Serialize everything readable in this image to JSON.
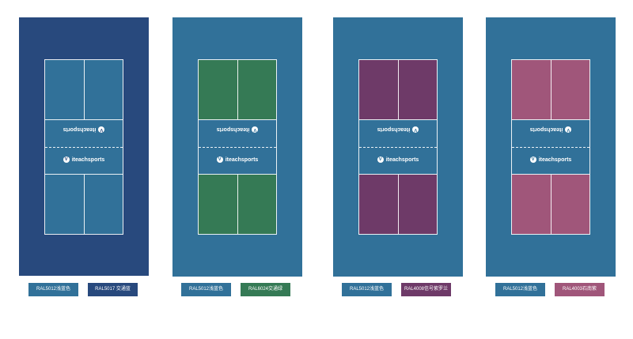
{
  "brand": {
    "name": "iteachsports",
    "icon_text": "V"
  },
  "courts": [
    {
      "surround_color": "#28497d",
      "play_color": "#317199",
      "kitchen_color": "#317199",
      "swatches": [
        {
          "label": "RAL5012浅蓝色",
          "color": "#317199"
        },
        {
          "label": "RAL5017 交通蓝",
          "color": "#28497d"
        }
      ]
    },
    {
      "surround_color": "#317199",
      "play_color": "#357a55",
      "kitchen_color": "#317199",
      "swatches": [
        {
          "label": "RAL5012浅蓝色",
          "color": "#317199"
        },
        {
          "label": "RAL6024交通绿",
          "color": "#357a55"
        }
      ]
    },
    {
      "surround_color": "#317199",
      "play_color": "#6e3a68",
      "kitchen_color": "#317199",
      "swatches": [
        {
          "label": "RAL5012浅蓝色",
          "color": "#317199"
        },
        {
          "label": "RAL4008信号紫罗兰",
          "color": "#6e3a68"
        }
      ]
    },
    {
      "surround_color": "#317199",
      "play_color": "#a0567a",
      "kitchen_color": "#317199",
      "swatches": [
        {
          "label": "RAL5012浅蓝色",
          "color": "#317199"
        },
        {
          "label": "RAL4003石南紫",
          "color": "#a0567a"
        }
      ]
    }
  ]
}
